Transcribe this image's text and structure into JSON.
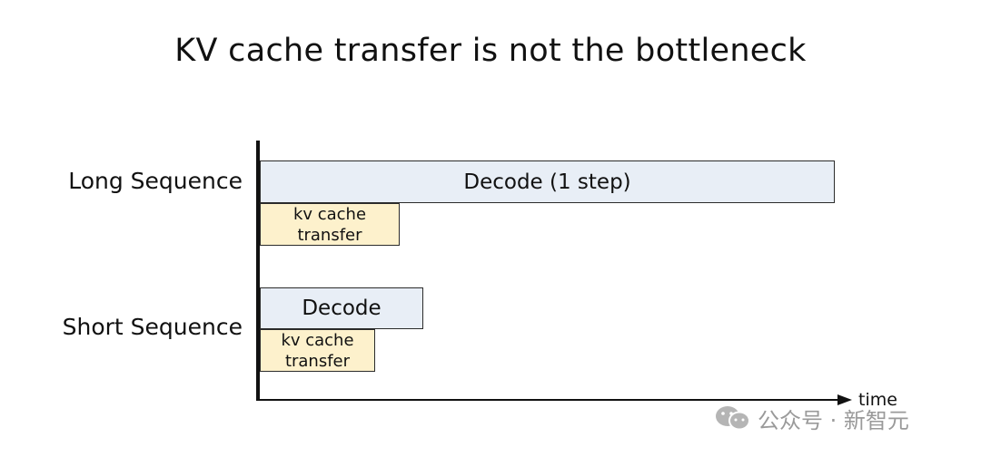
{
  "title": "KV cache transfer is not the bottleneck",
  "rows": [
    {
      "label": "Long Sequence",
      "decode_label": "Decode (1 step)",
      "kv_line1": "kv cache",
      "kv_line2": "transfer"
    },
    {
      "label": "Short Sequence",
      "decode_label": "Decode",
      "kv_line1": "kv cache",
      "kv_line2": "transfer"
    }
  ],
  "axis": {
    "x_label": "time"
  },
  "watermark": {
    "text": "公众号 · 新智元",
    "icon": "wechat-icon"
  },
  "colors": {
    "decode_fill": "#e8eef6",
    "kv_fill": "#fdf1cc",
    "stroke": "#2b2b2b"
  }
}
